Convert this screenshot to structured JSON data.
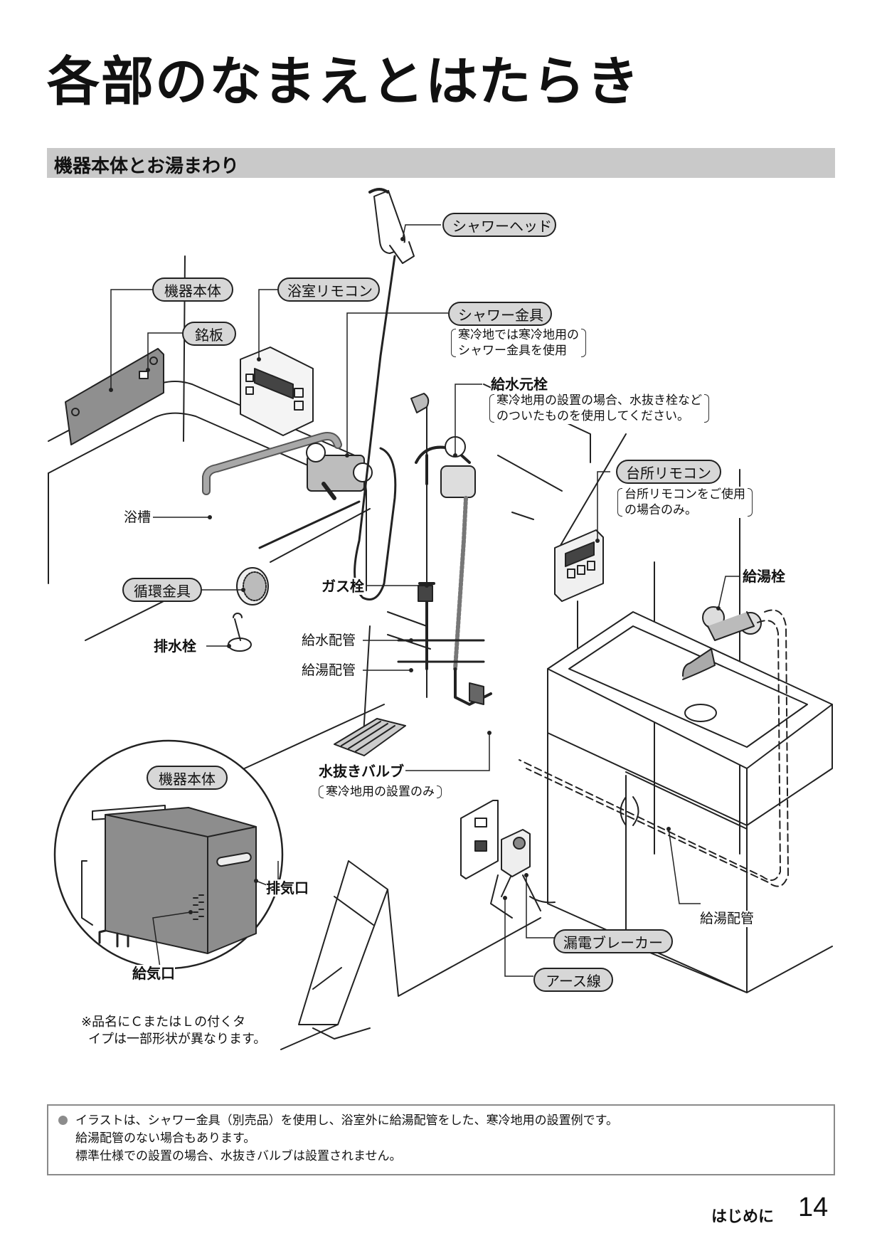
{
  "title": "各部のなまえとはたらき",
  "section_heading": "機器本体とお湯まわり",
  "labels": {
    "shower_head": "シャワーヘッド",
    "unit_body": "機器本体",
    "bath_remote": "浴室リモコン",
    "nameplate": "銘板",
    "shower_fitting": "シャワー金具",
    "shower_fitting_note": [
      "寒冷地では寒冷地用の",
      "シャワー金具を使用"
    ],
    "main_water_valve": "給水元栓",
    "main_water_valve_note": [
      "寒冷地用の設置の場合、水抜き栓など",
      "のついたものを使用してください。"
    ],
    "kitchen_remote": "台所リモコン",
    "kitchen_remote_note": [
      "台所リモコンをご使用",
      "の場合のみ。"
    ],
    "bathtub": "浴槽",
    "circulation_fitting": "循環金具",
    "gas_valve": "ガス栓",
    "hot_water_tap": "給湯栓",
    "drain_plug": "排水栓",
    "water_supply_pipe": "給水配管",
    "hot_water_pipe": "給湯配管",
    "drain_valve": "水抜きバルブ",
    "drain_valve_note": "寒冷地用の設置のみ",
    "unit_body_inset": "機器本体",
    "exhaust_port": "排気口",
    "air_intake": "給気口",
    "earth_leakage_breaker": "漏電ブレーカー",
    "earth_wire": "アース線",
    "hot_water_pipe_kitchen": "給湯配管"
  },
  "caption": [
    "※品名にＣまたはＬの付くタ",
    "イプは一部形状が異なります。"
  ],
  "footnote": [
    "イラストは、シャワー金具（別売品）を使用し、浴室外に給湯配管をした、寒冷地用の設置例です。",
    "給湯配管のない場合もあります。",
    "標準仕様での設置の場合、水抜きバルブは設置されません。"
  ],
  "footer": {
    "section": "はじめに",
    "page": "14"
  }
}
